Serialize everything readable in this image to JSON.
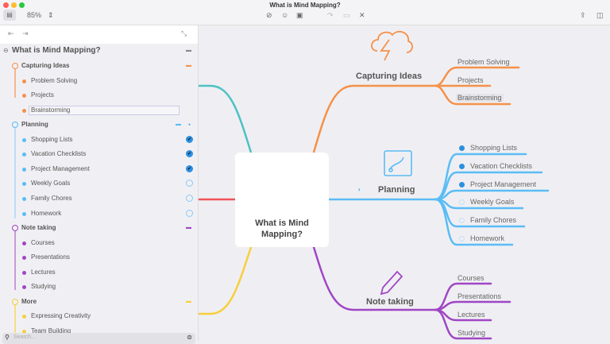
{
  "window": {
    "title": "What is Mind Mapping?",
    "zoom": "85%"
  },
  "colors": {
    "orange": "#f5914a",
    "blue": "#5bbcf5",
    "purple": "#a046c4",
    "teal": "#4cc2c4",
    "red": "#f0525a",
    "yellow": "#f7cf3d"
  },
  "outline": {
    "root": "What is Mind Mapping?",
    "groups": [
      {
        "label": "Capturing Ideas",
        "items": [
          {
            "label": "Problem Solving"
          },
          {
            "label": "Projects"
          },
          {
            "label": "Brainstorming"
          }
        ]
      },
      {
        "label": "Planning",
        "items": [
          {
            "label": "Shopping Lists",
            "done": true
          },
          {
            "label": "Vacation Checklists",
            "done": true
          },
          {
            "label": "Project Management",
            "done": true
          },
          {
            "label": "Weekly Goals",
            "done": false
          },
          {
            "label": "Family Chores",
            "done": false
          },
          {
            "label": "Homework",
            "done": false
          }
        ]
      },
      {
        "label": "Note taking",
        "items": [
          {
            "label": "Courses"
          },
          {
            "label": "Presentations"
          },
          {
            "label": "Lectures"
          },
          {
            "label": "Studying"
          }
        ]
      },
      {
        "label": "More",
        "items": [
          {
            "label": "Expressing Creativity"
          },
          {
            "label": "Team Building"
          }
        ]
      }
    ],
    "search_placeholder": "Search..."
  },
  "map": {
    "central": "What is Mind Mapping?",
    "branches": [
      {
        "label": "Capturing Ideas",
        "children": [
          "Problem Solving",
          "Projects",
          "Brainstorming"
        ]
      },
      {
        "label": "Planning",
        "children": [
          "Shopping Lists",
          "Vacation Checklists",
          "Project Management",
          "Weekly Goals",
          "Family Chores",
          "Homework"
        ]
      },
      {
        "label": "Note taking",
        "children": [
          "Courses",
          "Presentations",
          "Lectures",
          "Studying"
        ]
      }
    ]
  }
}
